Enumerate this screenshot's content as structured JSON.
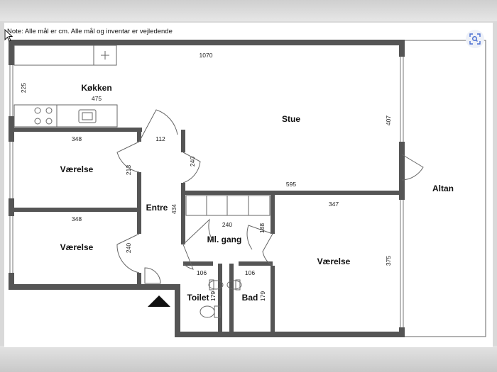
{
  "note": "Note: Alle mål er cm. Alle mål og inventar er vejledende",
  "rooms": {
    "kitchen": "Køkken",
    "living": "Stue",
    "bedroom1": "Værelse",
    "bedroom2": "Værelse",
    "bedroom3": "Værelse",
    "entrance": "Entre",
    "hallway": "Ml. gang",
    "toilet": "Toilet",
    "bath": "Bad",
    "balcony": "Altan"
  },
  "dimensions": {
    "total_width": "1070",
    "kitchen_depth": "225",
    "kitchen_width": "475",
    "living_depth": "407",
    "living_width": "595",
    "bedroom1_width": "348",
    "bedroom1_depth": "213",
    "bedroom2_width": "348",
    "bedroom2_depth": "240",
    "entrance_width": "112",
    "entrance_depth": "434",
    "corridor_door": "240",
    "hallway_width": "240",
    "hallway_depth": "188",
    "bedroom3_width": "347",
    "bedroom3_depth": "375",
    "toilet_width": "106",
    "toilet_depth": "179",
    "bath_width": "106",
    "bath_depth": "179"
  },
  "icons": {
    "zoom": "zoom-lens-icon",
    "entrance_marker": "entrance-arrow-icon"
  }
}
